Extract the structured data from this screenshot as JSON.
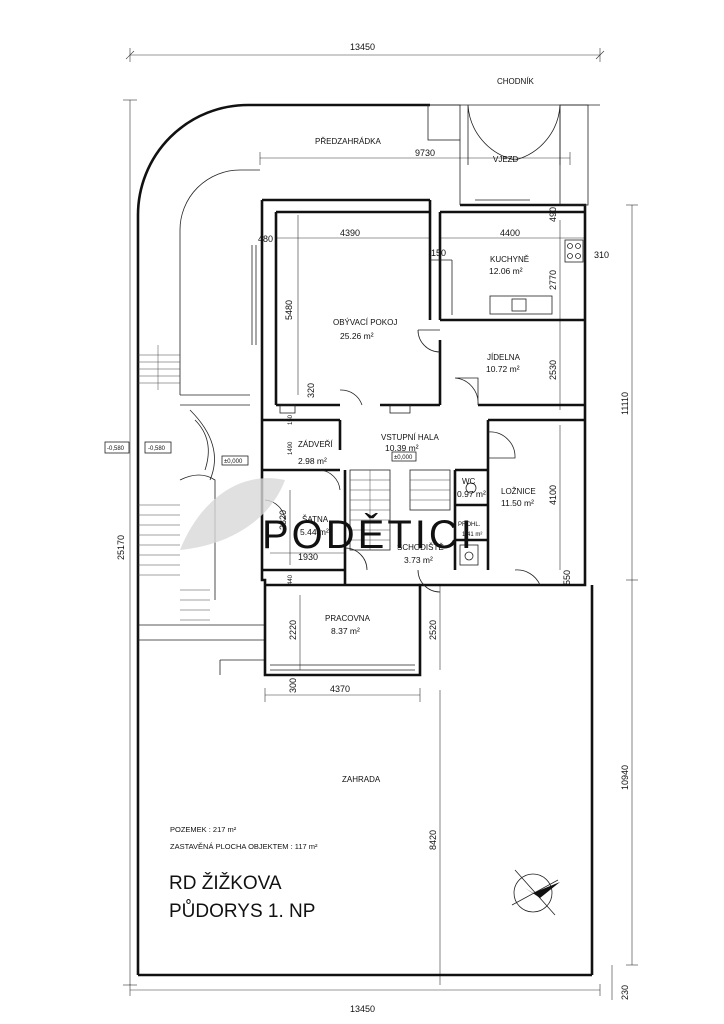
{
  "dimensions": {
    "top_width": "13450",
    "bottom_width": "13450",
    "front_garden": "9730",
    "total_depth": "25170",
    "right_house_depth": "11110",
    "right_garden_depth": "10940",
    "garden_depth": "8420",
    "bottom_offset": "230",
    "living_width": "4390",
    "kitchen_width": "4400",
    "left_wall": "480",
    "living_depth": "5480",
    "wall_150": "150",
    "kitchen_depth": "2770",
    "right_wall_310": "310",
    "right_wall_490": "490",
    "dining_depth": "2530",
    "stair_320": "320",
    "bedroom_depth": "4100",
    "bedroom_550": "550",
    "study_width": "4370",
    "study_depth": "2220",
    "study_300": "300",
    "hall_depth": "2520",
    "wardrobe_depth": "2820",
    "wardrobe_width": "1930",
    "d_1490": "1490",
    "d_440": "440",
    "d_150b": "150",
    "level_left_1": "-0,580",
    "level_left_2": "-0,580",
    "level_zero_1": "±0,000",
    "level_zero_2": "±0,000"
  },
  "labels": {
    "sidewalk": "CHODNÍK",
    "front_garden": "PŘEDZAHRÁDKA",
    "driveway": "VJEZD",
    "garden": "ZAHRADA"
  },
  "rooms": {
    "kitchen": {
      "name": "KUCHYNĚ",
      "area": "12.06 m²"
    },
    "living": {
      "name": "OBÝVACÍ POKOJ",
      "area": "25.26 m²"
    },
    "dining": {
      "name": "JÍDELNA",
      "area": "10.72 m²"
    },
    "hall": {
      "name": "VSTUPNÍ HALA",
      "area": "10.39 m²"
    },
    "vestibule": {
      "name": "ZÁDVEŘÍ",
      "area": "2.98 m²"
    },
    "wc": {
      "name": "WC",
      "area": "0.97 m²"
    },
    "bedroom": {
      "name": "LOŽNICE",
      "area": "11.50 m²"
    },
    "wardrobe": {
      "name": "ŠATNA",
      "area": "5.44 m²"
    },
    "pantry": {
      "name": "PROHL.",
      "area": "1.41 m²"
    },
    "stairs": {
      "name": "SCHODIŠTĚ",
      "area": "3.73 m²"
    },
    "study": {
      "name": "PRACOVNA",
      "area": "8.37 m²"
    }
  },
  "info": {
    "plot": "POZEMEK : 217 m²",
    "built_area": "ZASTAVĚNÁ PLOCHA OBJEKTEM : 117 m²"
  },
  "title": {
    "line1": "RD ŽIŽKOVA",
    "line2": "PŮDORYS 1. NP"
  },
  "watermark": "PODĚTICI"
}
